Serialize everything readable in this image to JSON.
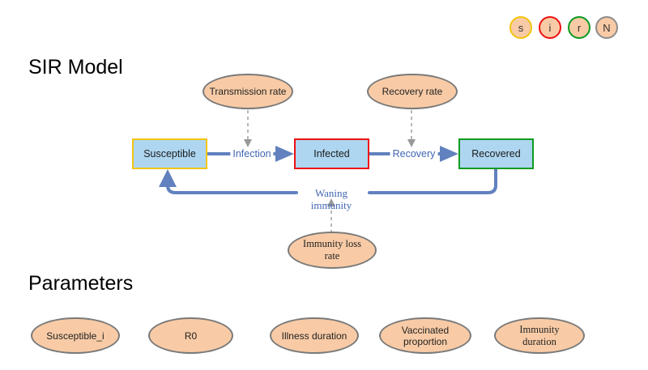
{
  "diagram": {
    "title": "SIR Model",
    "parameters_title": "Parameters"
  },
  "legend_badges": [
    {
      "label": "s",
      "border_color": "#f2c40f"
    },
    {
      "label": "i",
      "border_color": "#ee1111"
    },
    {
      "label": "r",
      "border_color": "#0b9b20"
    },
    {
      "label": "N",
      "border_color": "#8c8c8c"
    }
  ],
  "stocks": [
    {
      "label": "Susceptible",
      "border_color": "#f2c40f"
    },
    {
      "label": "Infected",
      "border_color": "#ee1111"
    },
    {
      "label": "Recovered",
      "border_color": "#0b9b20"
    }
  ],
  "flows": {
    "infection": {
      "label": "Infection"
    },
    "recovery": {
      "label": "Recovery"
    },
    "waning": {
      "line1": "Waning",
      "line2": "immunity"
    }
  },
  "variables": {
    "transmission_rate": {
      "label": "Transmission rate"
    },
    "recovery_rate": {
      "label": "Recovery rate"
    },
    "immunity_loss_rate": {
      "line1": "Immunity loss",
      "line2": "rate"
    }
  },
  "parameters": [
    {
      "label": "Susceptible_i"
    },
    {
      "label": "R0"
    },
    {
      "label": "Illness duration"
    },
    {
      "line1": "Vaccinated",
      "line2": "proportion"
    },
    {
      "line1": "Immunity",
      "line2": "duration"
    }
  ],
  "colors": {
    "stock_fill": "#aed6f1",
    "variable_fill": "#f8cba6",
    "variable_border": "#7a7a7a",
    "flow_arrow": "#6181bf",
    "flow_label_text": "#4167b2",
    "influence_arrow": "#a6a6a6",
    "background": "#ffffff"
  }
}
